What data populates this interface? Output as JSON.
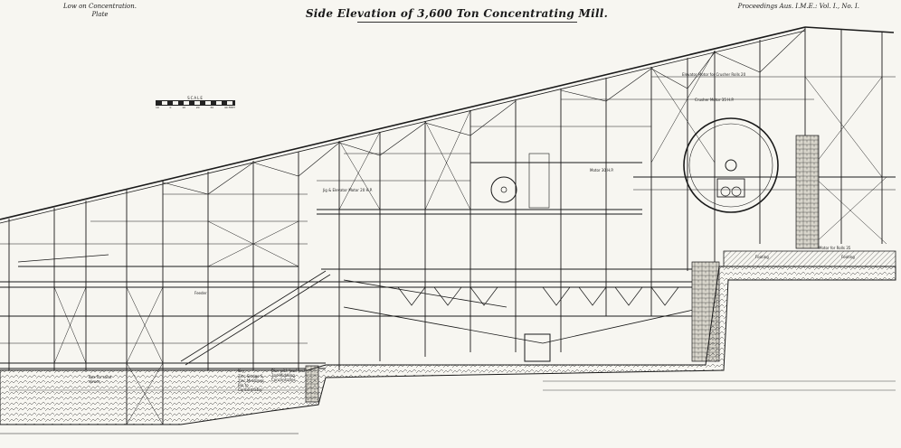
{
  "header": {
    "left_line1": "Low on Concentration.",
    "left_line2": "Plate",
    "title": "Side Elevation of 3,600 Ton Concentrating Mill.",
    "right": "Proceedings Aus. I.M.E.: Vol. I., No. I."
  },
  "scale": {
    "label": "SCALE",
    "ticks": [
      "10",
      "0",
      "10",
      "20",
      "30",
      "40 FEET"
    ]
  },
  "labels": {
    "jig_elevator": "Jig & Elevator Motor 20 H.P.",
    "motor_30": "Motor 30 H.P.",
    "crusher_motor": "Crusher Motor 35 H.P.",
    "elevator_motor": "Elevator Motor for Crusher Rolls 20",
    "rolls_motor": "Motor for Rolls 35",
    "feeder": "Feeder",
    "footing_1": "Footing",
    "footing_2": "Footing"
  },
  "notes": {
    "box": "Box for sand slimes",
    "key1": "Key",
    "key2": "Zinc Sludge & Zinc Middlings Bin to Concentrates",
    "key3": "Bins with lead and 2nd Middling Concentrates"
  },
  "colors": {
    "paper": "#f7f6f1",
    "ink": "#1a1a1a"
  }
}
